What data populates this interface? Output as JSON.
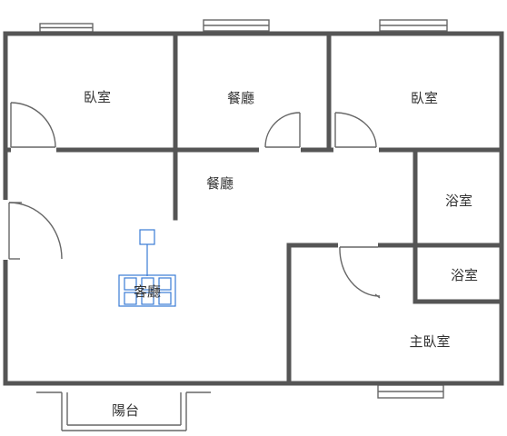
{
  "rooms": [
    {
      "id": "bedroom-1",
      "label": "臥室"
    },
    {
      "id": "dining-upper",
      "label": "餐廳"
    },
    {
      "id": "bedroom-2",
      "label": "臥室"
    },
    {
      "id": "dining",
      "label": "餐廳"
    },
    {
      "id": "bath-1",
      "label": "浴室"
    },
    {
      "id": "living",
      "label": "客廳"
    },
    {
      "id": "bath-2",
      "label": "浴室"
    },
    {
      "id": "master",
      "label": "主臥室"
    },
    {
      "id": "balcony",
      "label": "陽台"
    }
  ],
  "colors": {
    "wall": "#555555",
    "line": "#666666",
    "selection": "#3a7bd5",
    "background": "#ffffff"
  }
}
